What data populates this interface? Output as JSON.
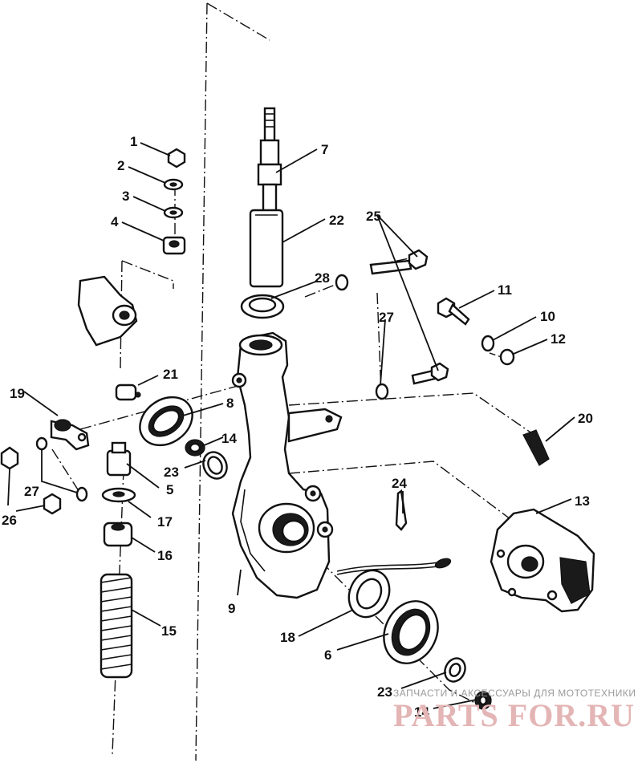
{
  "labels": [
    {
      "id": "1",
      "text": "1"
    },
    {
      "id": "2",
      "text": "2"
    },
    {
      "id": "3",
      "text": "3"
    },
    {
      "id": "4",
      "text": "4"
    },
    {
      "id": "5",
      "text": "5"
    },
    {
      "id": "6",
      "text": "6"
    },
    {
      "id": "7",
      "text": "7"
    },
    {
      "id": "8",
      "text": "8"
    },
    {
      "id": "9",
      "text": "9"
    },
    {
      "id": "10",
      "text": "10"
    },
    {
      "id": "11",
      "text": "11"
    },
    {
      "id": "12",
      "text": "12"
    },
    {
      "id": "13",
      "text": "13"
    },
    {
      "id": "14a",
      "text": "14"
    },
    {
      "id": "14b",
      "text": "14"
    },
    {
      "id": "15",
      "text": "15"
    },
    {
      "id": "16",
      "text": "16"
    },
    {
      "id": "17",
      "text": "17"
    },
    {
      "id": "18",
      "text": "18"
    },
    {
      "id": "19",
      "text": "19"
    },
    {
      "id": "20",
      "text": "20"
    },
    {
      "id": "21",
      "text": "21"
    },
    {
      "id": "22",
      "text": "22"
    },
    {
      "id": "23a",
      "text": "23"
    },
    {
      "id": "23b",
      "text": "23"
    },
    {
      "id": "24",
      "text": "24"
    },
    {
      "id": "25",
      "text": "25"
    },
    {
      "id": "26",
      "text": "26"
    },
    {
      "id": "27a",
      "text": "27"
    },
    {
      "id": "27b",
      "text": "27"
    },
    {
      "id": "28",
      "text": "28"
    }
  ],
  "watermark": {
    "line1": "ЗАПЧАСТИ И АКСЕССУАРЫ ДЛЯ МОТОТЕХНИКИ",
    "line2": "PARTS FOR.RU"
  },
  "colors": {
    "ink": "#111111",
    "watermark_text": "#9a9a9a",
    "watermark_logo": "#e4b5b5"
  }
}
